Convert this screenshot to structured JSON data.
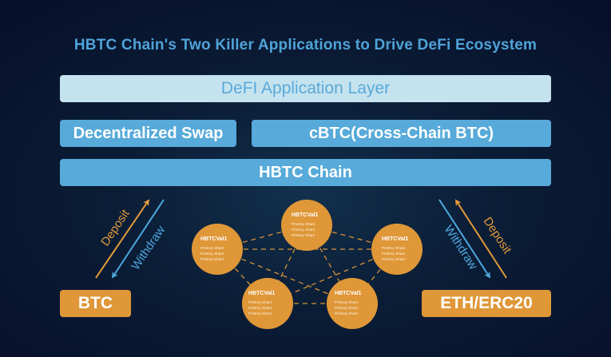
{
  "title": "HBTC Chain's Two Killer Applications to Drive DeFi Ecosystem",
  "layers": {
    "application_layer": "DeFI Application Layer",
    "decentralized_swap": "Decentralized Swap",
    "cbtc": "cBTC(Cross-Chain BTC)",
    "chain": "HBTC Chain"
  },
  "validators": [
    {
      "title": "HBTCVal1",
      "lines": [
        "PrivKey Share",
        "PrivKey Share",
        "PrivKey Share"
      ]
    },
    {
      "title": "HBTCVal1",
      "lines": [
        "PrivKey Share",
        "PrivKey Share",
        "PrivKey Share"
      ]
    },
    {
      "title": "HBTCVal1",
      "lines": [
        "PrivKey Share",
        "PrivKey Share",
        "PrivKey Share"
      ]
    },
    {
      "title": "HBTCVal1",
      "lines": [
        "PrivKey Share",
        "PrivKey Share",
        "PrivKey Share"
      ]
    },
    {
      "title": "HBTCVal1",
      "lines": [
        "PrivKey Share",
        "PrivKey Share",
        "PrivKey Share"
      ]
    }
  ],
  "assets": {
    "left": "BTC",
    "right": "ETH/ERC20"
  },
  "flows": {
    "deposit": "Deposit",
    "withdraw": "Withdraw"
  },
  "colors": {
    "title": "#4fa3d8",
    "light_bar": "#c5e3ef",
    "blue_bar": "#57aad9",
    "orange": "#df9738",
    "deposit_arrow": "#e39a3b",
    "withdraw_arrow": "#4fa8de"
  }
}
